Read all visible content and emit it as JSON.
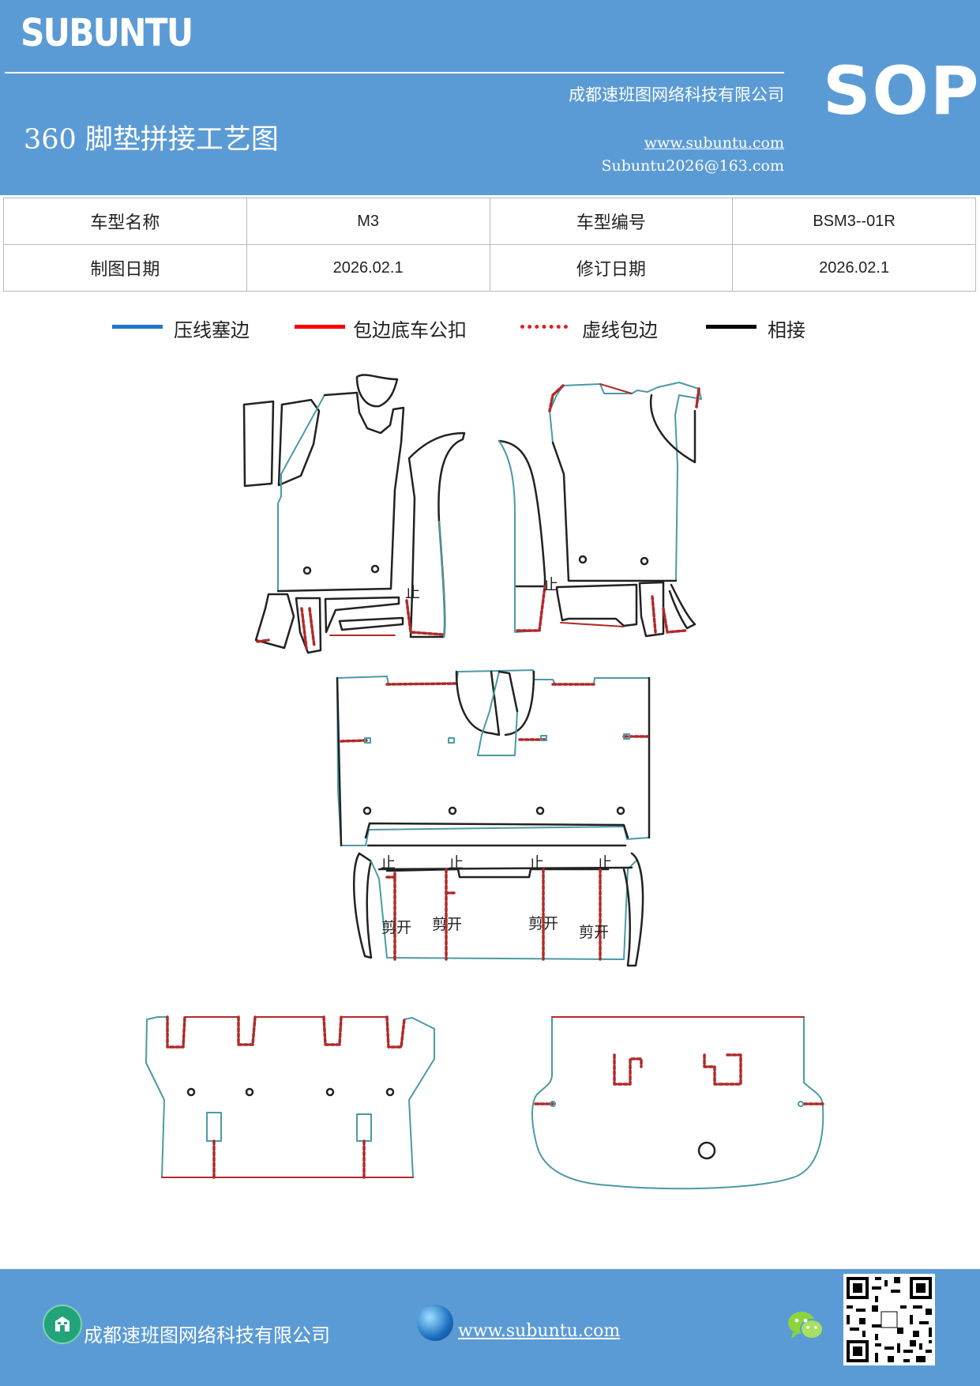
{
  "header": {
    "brand": "SUBUNTU",
    "company": "成都速班图网络科技有限公司",
    "title": "360 脚垫拼接工艺图",
    "website": "www.subuntu.com",
    "email": "Subuntu2026@163.com",
    "badge": "SOP"
  },
  "info_table": {
    "model_name_label": "车型名称",
    "model_name": "M3",
    "model_code_label": "车型编号",
    "model_code": "BSM3--01R",
    "draw_date_label": "制图日期",
    "draw_date": "2026.02.1",
    "revise_date_label": "修订日期",
    "revise_date": "2026.02.1"
  },
  "legend": [
    {
      "label": "压线塞边",
      "color": "#1f77c8",
      "style": "solid"
    },
    {
      "label": "包边底车公扣",
      "color": "#ff0000",
      "style": "solid"
    },
    {
      "label": "虚线包边",
      "color": "#e02020",
      "style": "dotted"
    },
    {
      "label": "相接",
      "color": "#000000",
      "style": "solid"
    }
  ],
  "drawing": {
    "colors": {
      "teal": "#4a9aa5",
      "red": "#b02a2a",
      "black": "#222222"
    },
    "up_mark": "止",
    "cut_label": "剪开"
  },
  "footer": {
    "company": "成都速班图网络科技有限公司",
    "website": "www.subuntu.com"
  }
}
